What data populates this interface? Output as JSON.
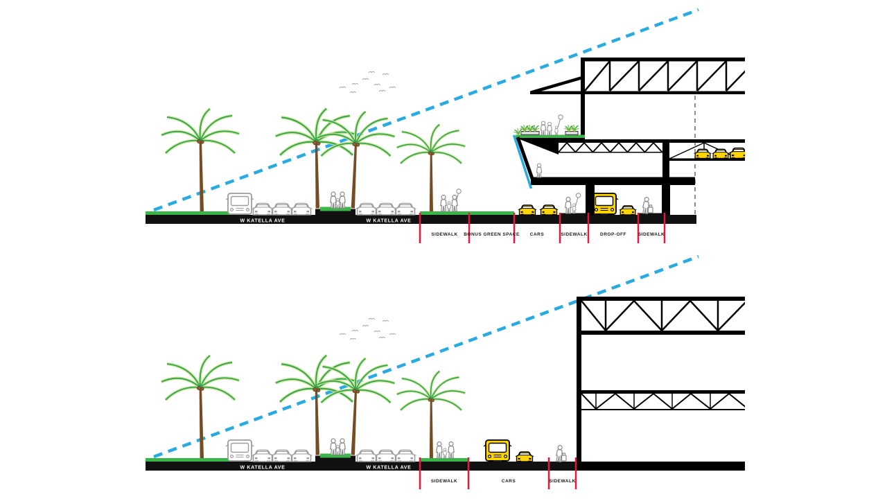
{
  "colors": {
    "accent_blue": "#29ABE2",
    "divider_red": "#E8173C",
    "grass_green": "#39B54A",
    "palm_light_green": "#C3E394",
    "palm_dark_green": "#2FA148",
    "vehicle_yellow": "#FFD400",
    "outline_gray": "#9C9C9C",
    "trunk_brown": "#754C24",
    "ink_black": "#000000"
  },
  "top_section": {
    "street_labels": [
      "W KATELLA AVE",
      "W KATELLA AVE"
    ],
    "zones": [
      {
        "label": "SIDEWALK"
      },
      {
        "label": "BONUS GREEN SPACE"
      },
      {
        "label": "CARS"
      },
      {
        "label": "SIDEWALK"
      },
      {
        "label": "DROP-OFF"
      },
      {
        "label": "SIDEWALK"
      }
    ]
  },
  "bottom_section": {
    "street_labels": [
      "W KATELLA AVE",
      "W KATELLA AVE"
    ],
    "zones": [
      {
        "label": "SIDEWALK"
      },
      {
        "label": "CARS"
      },
      {
        "label": "SIDEWALK"
      }
    ]
  }
}
